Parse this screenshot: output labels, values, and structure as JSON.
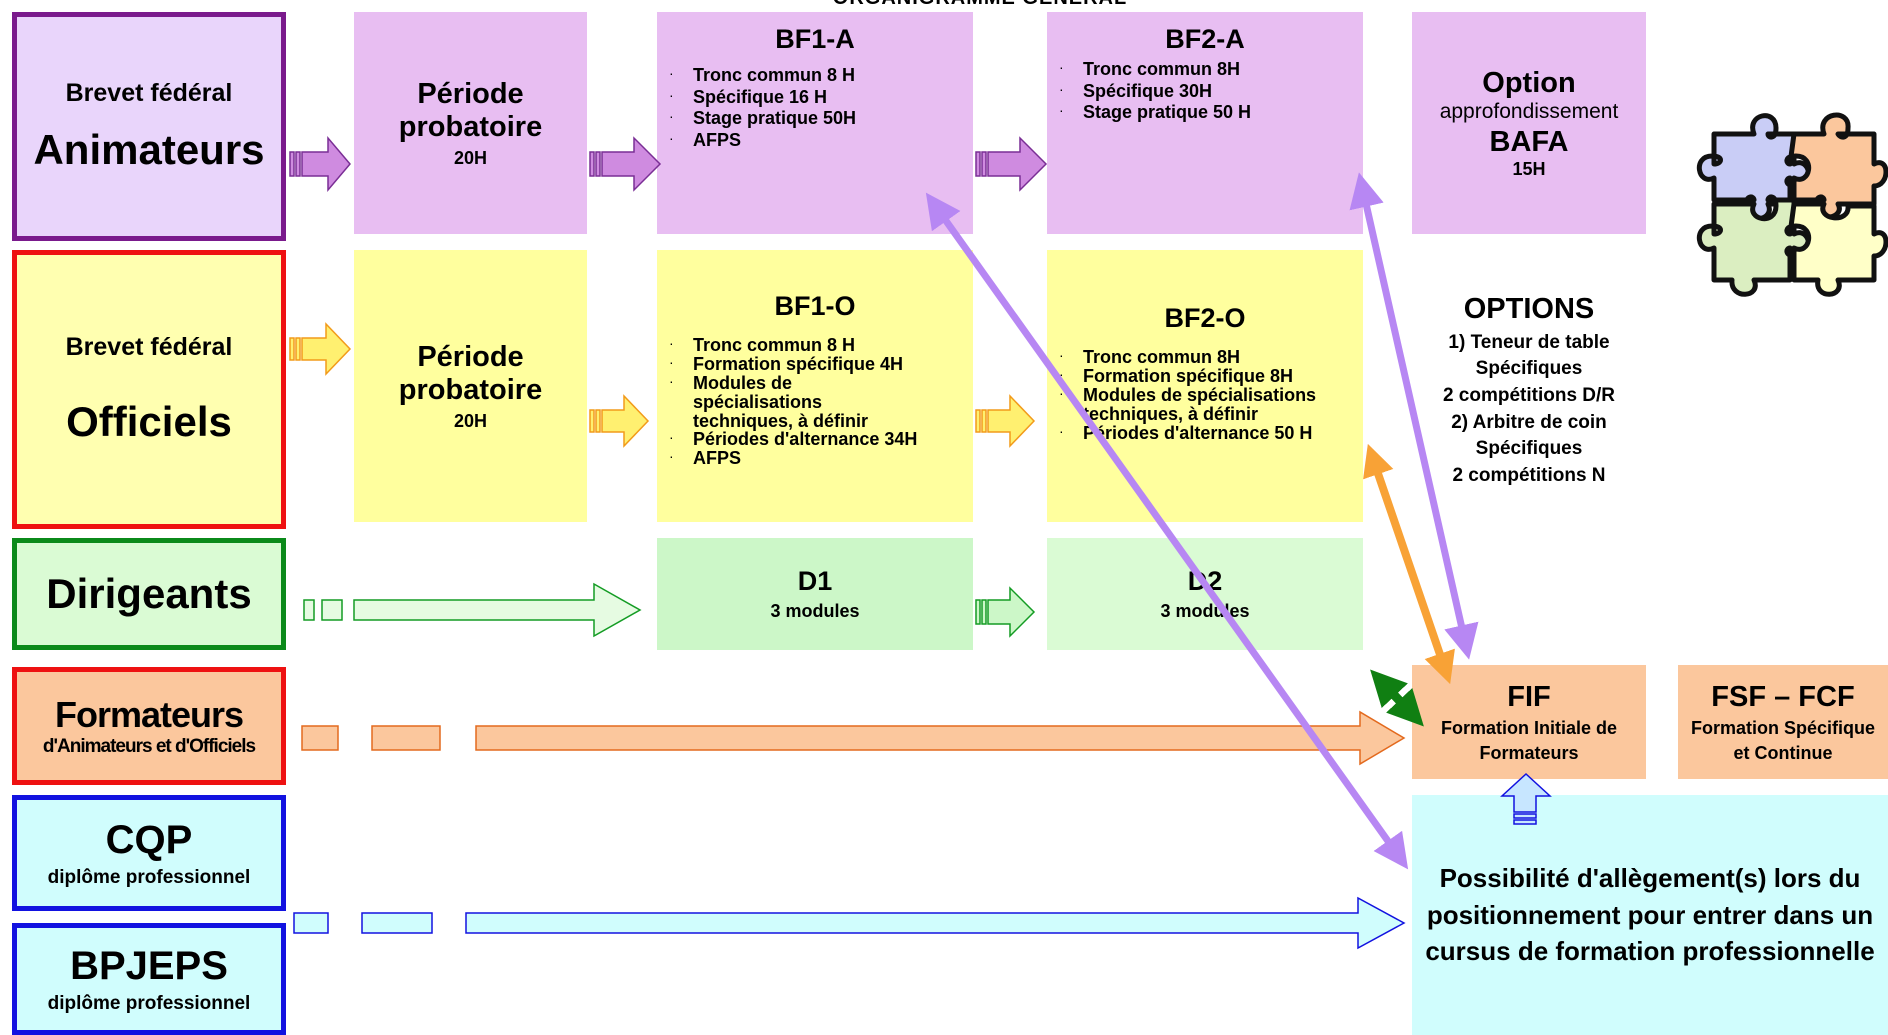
{
  "title": "ORGANIGRAMME GENERAL",
  "colors": {
    "lilac": "#e8bef2",
    "lilac_dark": "#7a1a8c",
    "lilac_light": "#e9d5fb",
    "yellow": "#ffff9e",
    "yellow_light": "#ffffb0",
    "red": "#ee1111",
    "green_light": "#ccf7c8",
    "green_lighter": "#dafbd4",
    "green_dark": "#0b8a1a",
    "peach": "#fbc79d",
    "cyan": "#d0fdfd",
    "blue": "#1212e0",
    "orange_arrow": "#f8a236",
    "purple_arrow": "#b787f3",
    "green_arrow": "#107f12"
  },
  "left": {
    "animateurs": {
      "top": "Brevet fédéral",
      "main": "Animateurs"
    },
    "officiels": {
      "top": "Brevet fédéral",
      "main": "Officiels"
    },
    "dirigeants": {
      "main": "Dirigeants"
    },
    "formateurs": {
      "main": "Formateurs",
      "sub": "d'Animateurs et d'Officiels"
    },
    "cqp": {
      "main": "CQP",
      "sub": "diplôme professionnel"
    },
    "bpjeps": {
      "main": "BPJEPS",
      "sub": "diplôme professionnel"
    }
  },
  "periode_a": {
    "line1": "Période",
    "line2": "probatoire",
    "hours": "20H"
  },
  "periode_o": {
    "line1": "Période",
    "line2": "probatoire",
    "hours": "20H"
  },
  "bf1a": {
    "title": "BF1-A",
    "items": [
      "Tronc commun  8 H",
      "Spécifique 16 H",
      "Stage pratique 50H",
      "AFPS"
    ]
  },
  "bf2a": {
    "title": "BF2-A",
    "items": [
      "Tronc commun 8H",
      "Spécifique 30H",
      "Stage pratique 50 H"
    ]
  },
  "option": {
    "title": "Option",
    "sub": "approfondissement",
    "name": "BAFA",
    "hours": "15H"
  },
  "bf1o": {
    "title": "BF1-O",
    "items": [
      "Tronc commun  8 H",
      "Formation spécifique 4H",
      "Modules de spécialisations techniques, à définir",
      "Périodes d'alternance 34H",
      "AFPS"
    ]
  },
  "bf2o": {
    "title": "BF2-O",
    "items": [
      "Tronc commun  8H",
      "Formation spécifique 8H",
      "Modules de spécialisations techniques, à définir",
      "Périodes d'alternance 50 H"
    ]
  },
  "options": {
    "title": "OPTIONS",
    "lines": [
      "1) Teneur de table",
      "Spécifiques",
      "2 compétitions D/R",
      "2) Arbitre de coin",
      "Spécifiques",
      "2 compétitions N"
    ]
  },
  "d1": {
    "title": "D1",
    "sub": "3 modules"
  },
  "d2": {
    "title": "D2",
    "sub": "3 modules"
  },
  "fif": {
    "title": "FIF",
    "line1": "Formation Initiale de",
    "line2": "Formateurs"
  },
  "fsf": {
    "title": "FSF – FCF",
    "line1": "Formation Spécifique",
    "line2": "et Continue"
  },
  "possibilite": {
    "text": "Possibilité d'allègement(s) lors du positionnement pour entrer dans un cursus de  formation professionnelle"
  },
  "icons": [
    "puzzle-icon"
  ]
}
